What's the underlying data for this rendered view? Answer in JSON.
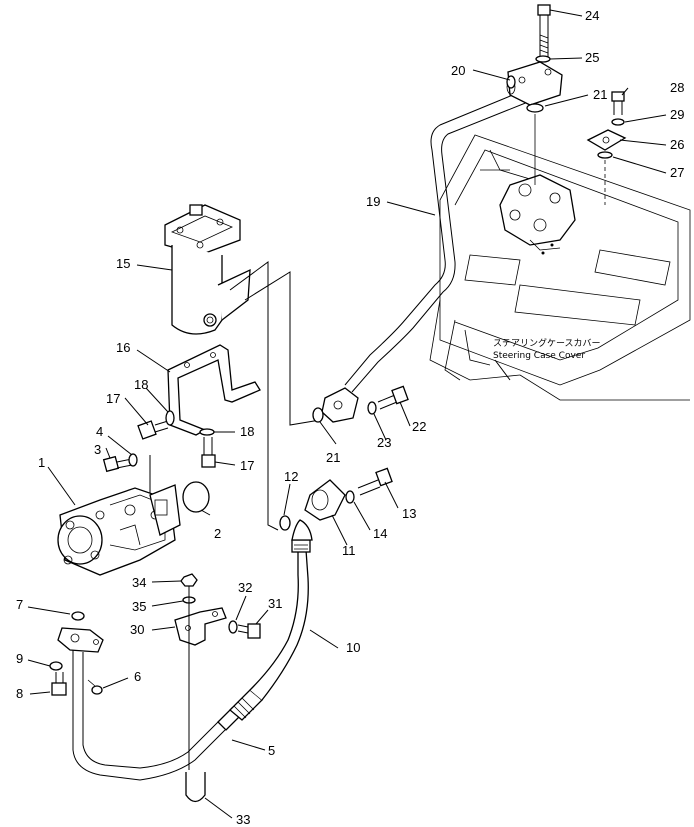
{
  "parts": {
    "p1": "1",
    "p2": "2",
    "p3": "3",
    "p4": "4",
    "p5": "5",
    "p6": "6",
    "p7": "7",
    "p8": "8",
    "p9": "9",
    "p10": "10",
    "p11": "11",
    "p12": "12",
    "p13": "13",
    "p14": "14",
    "p15": "15",
    "p16": "16",
    "p17a": "17",
    "p17b": "17",
    "p18a": "18",
    "p18b": "18",
    "p19": "19",
    "p20": "20",
    "p21a": "21",
    "p21b": "21",
    "p22": "22",
    "p23": "23",
    "p24": "24",
    "p25": "25",
    "p26": "26",
    "p27": "27",
    "p28": "28",
    "p29": "29",
    "p30": "30",
    "p31": "31",
    "p32": "32",
    "p33": "33",
    "p34": "34",
    "p35": "35"
  },
  "notes": {
    "case_cover_jp": "ステアリングケースカバー",
    "case_cover_en": "Steering Case Cover"
  }
}
